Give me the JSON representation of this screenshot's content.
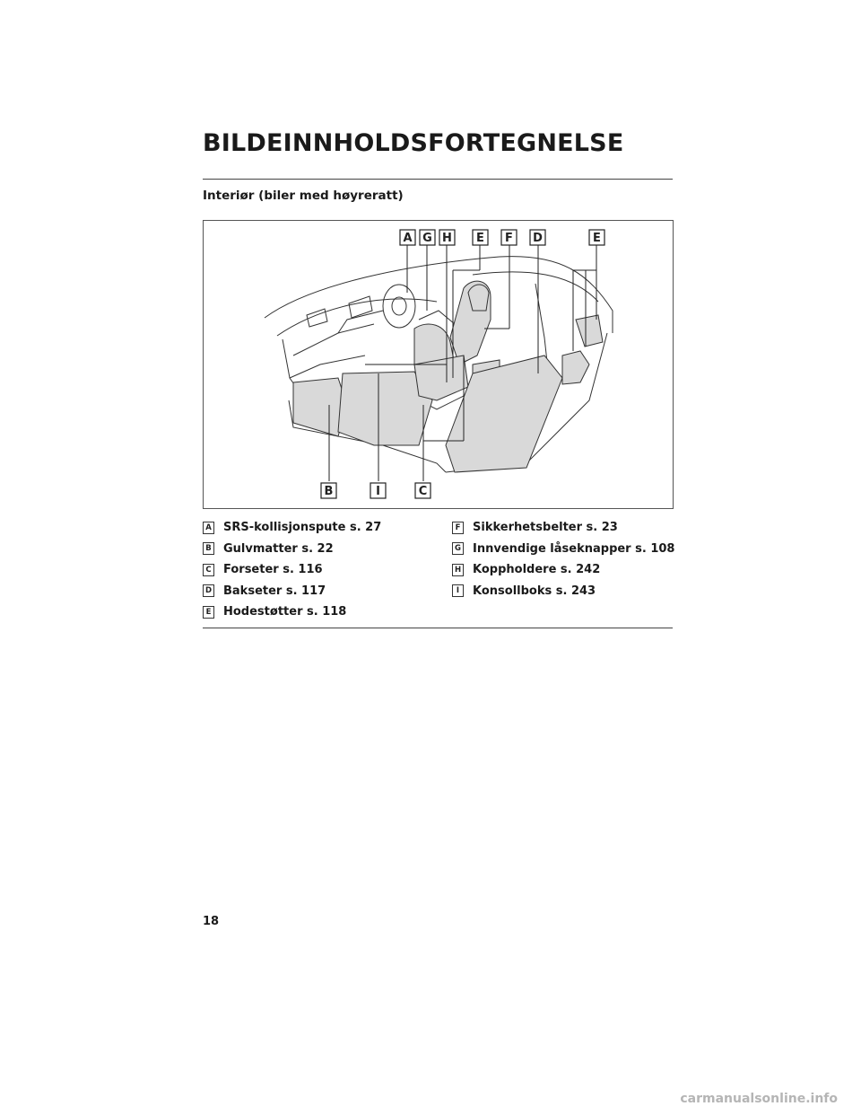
{
  "header": {
    "title": "BILDEINNHOLDSFORTEGNELSE"
  },
  "section": {
    "title": "Interiør (biler med høyreratt)"
  },
  "figure": {
    "callouts_top": [
      "A",
      "G",
      "H",
      "E",
      "F",
      "D",
      "E"
    ],
    "callouts_bottom": [
      "B",
      "I",
      "C"
    ]
  },
  "legend": {
    "left": [
      {
        "key": "A",
        "label": "SRS-kollisjonspute s. 27"
      },
      {
        "key": "B",
        "label": "Gulvmatter s. 22"
      },
      {
        "key": "C",
        "label": "Forseter s. 116"
      },
      {
        "key": "D",
        "label": "Bakseter s. 117"
      },
      {
        "key": "E",
        "label": "Hodestøtter s. 118"
      }
    ],
    "right": [
      {
        "key": "F",
        "label": "Sikkerhetsbelter s. 23"
      },
      {
        "key": "G",
        "label": "Innvendige låseknapper s. 108"
      },
      {
        "key": "H",
        "label": "Koppholdere s. 242"
      },
      {
        "key": "I",
        "label": "Konsollboks s. 243"
      }
    ]
  },
  "footer": {
    "page_number": "18",
    "watermark": "carmanualsonline.info"
  }
}
